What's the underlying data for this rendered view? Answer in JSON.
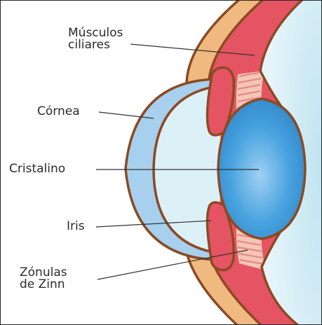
{
  "labels": {
    "musculos_ciliares": [
      "Músculos",
      "ciliares"
    ],
    "cornea": "Córnea",
    "cristalino": "Cristalino",
    "iris": "Iris",
    "zonulas_de_zinn": [
      "Zónulas",
      "de Zinn"
    ]
  },
  "colors": {
    "eyeball": "#cfeaf4",
    "sclera": "#efb97f",
    "ciliary_body": "#e55462",
    "zonules": "#f4c6b8",
    "lens": "#3f9fdc",
    "cornea": "#a7cfee",
    "anterior_chamber": "#dcf0f8",
    "outline": "#8b4a23",
    "leader_line": "#333333"
  }
}
